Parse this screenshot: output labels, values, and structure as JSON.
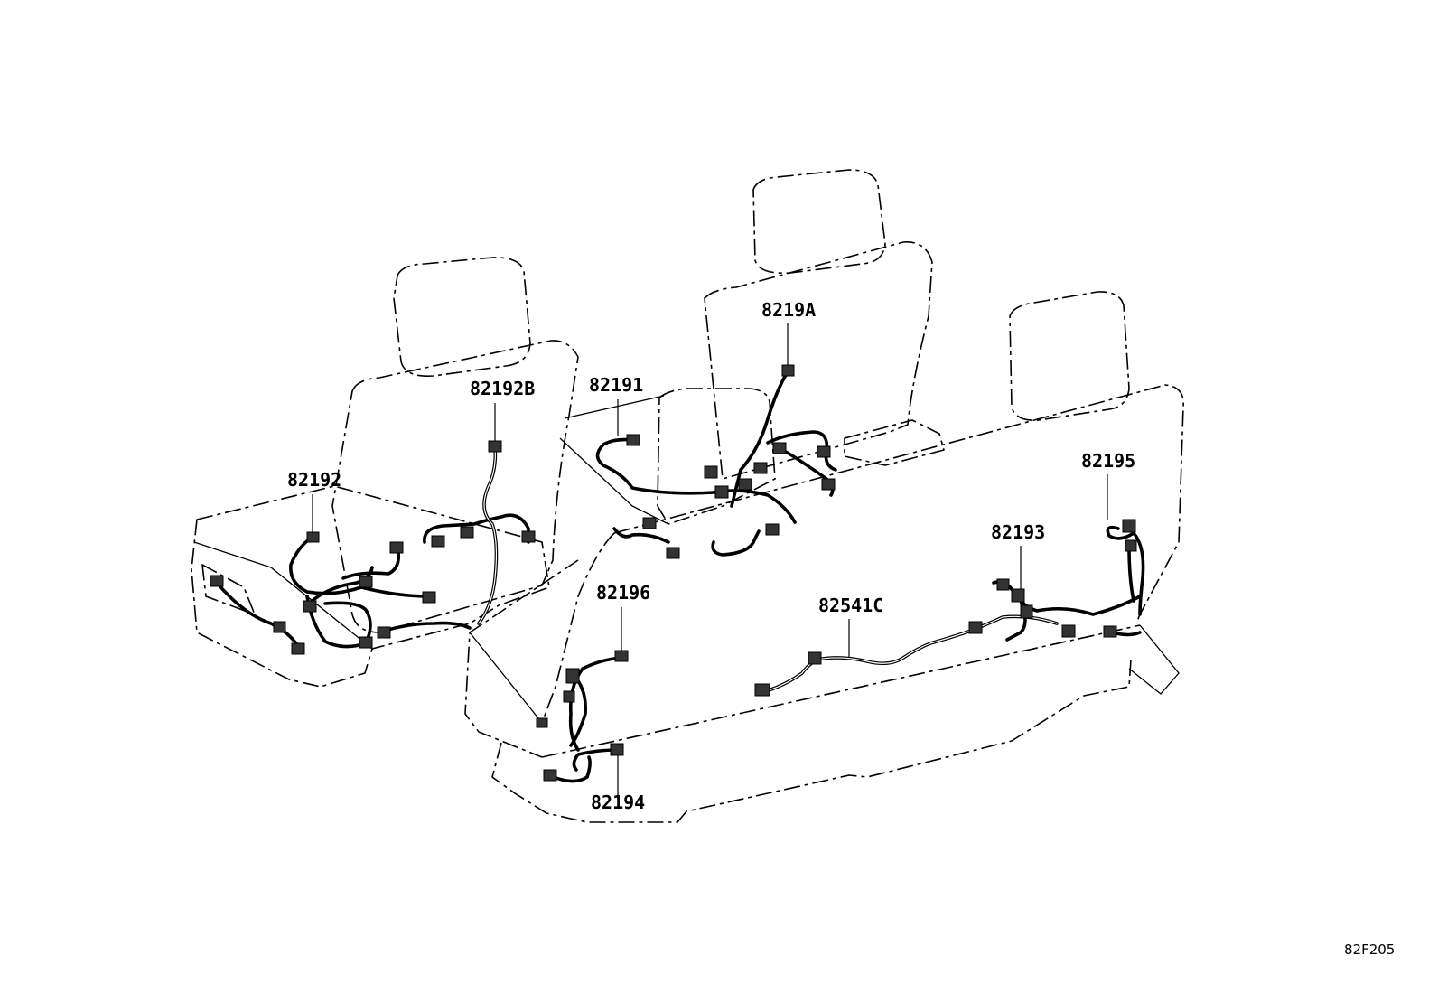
{
  "labels": {
    "p82192": "82192",
    "p82192B": "82192B",
    "p82191": "82191",
    "p8219A": "8219A",
    "p82195": "82195",
    "p82193": "82193",
    "p82541C": "82541C",
    "p82196": "82196",
    "p82194": "82194"
  },
  "figure_code": "82F205"
}
